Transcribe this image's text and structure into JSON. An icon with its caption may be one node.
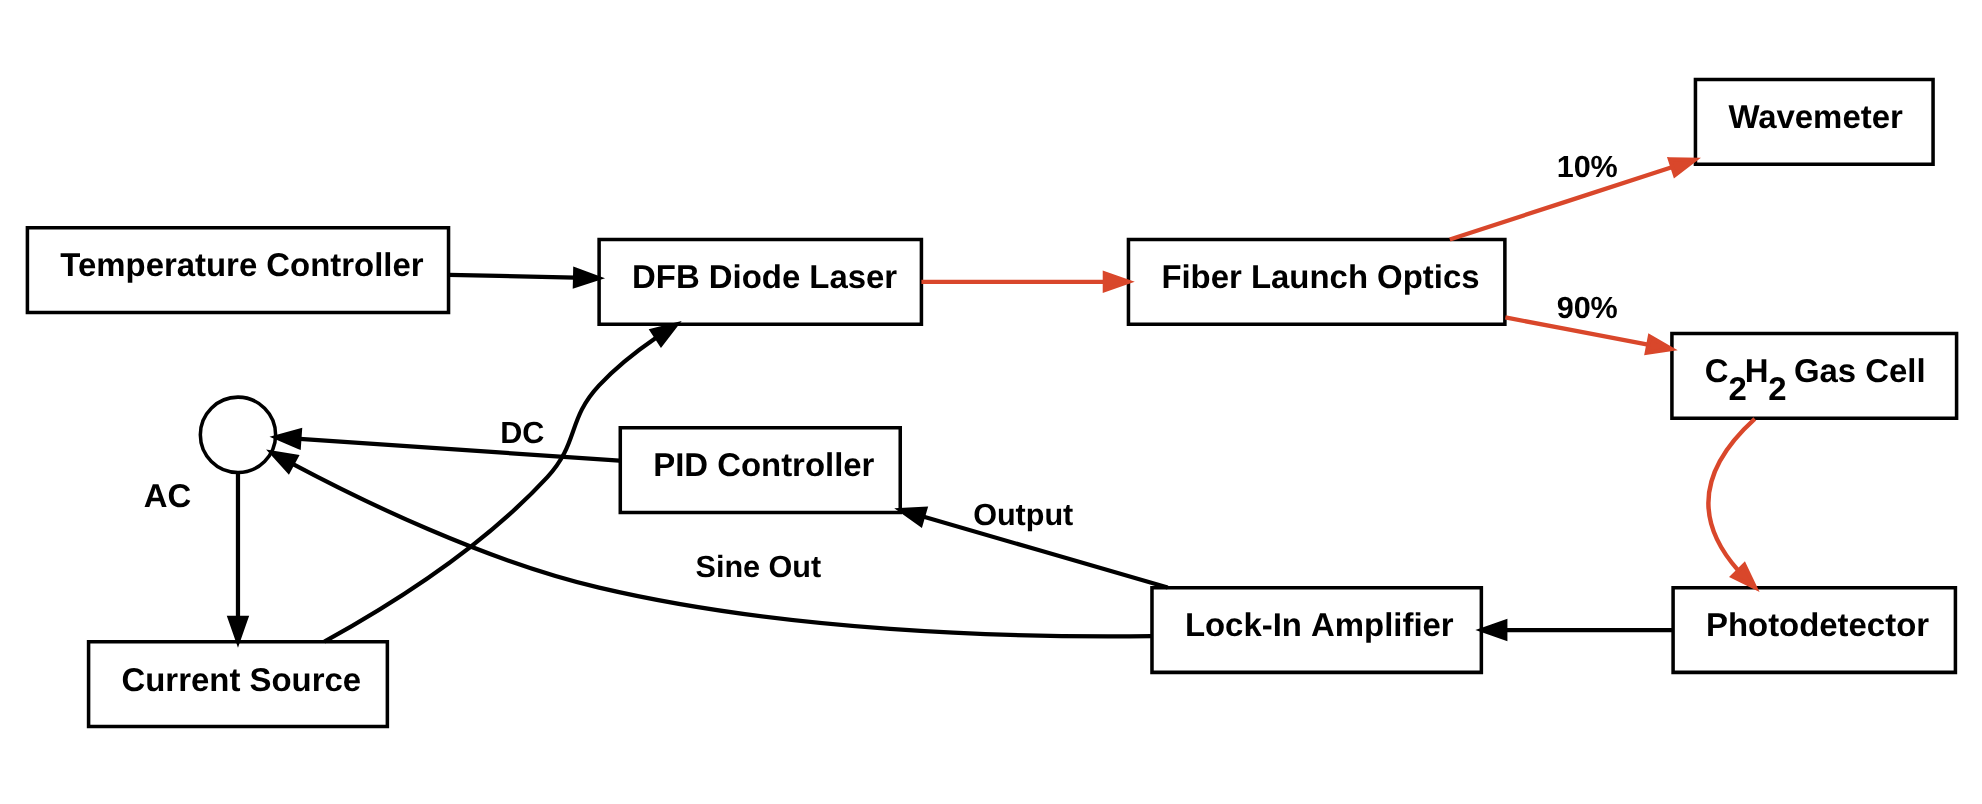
{
  "diagram": {
    "nodes": [
      {
        "text": [
          "Temperature Controller"
        ]
      },
      {
        "text": [
          "Current Source"
        ]
      },
      {
        "text": [
          "DFB Diode Laser"
        ]
      },
      {
        "text": [
          "Fiber Launch Optics"
        ]
      },
      {
        "text": [
          "Wavemeter"
        ]
      },
      {
        "text": [
          "C$_{2}$H$_{2}$ Gas Cell"
        ]
      },
      {
        "text": [
          "Photodetector"
        ]
      },
      {
        "text": [
          "Lock-In Amplifier"
        ]
      },
      {
        "text": [
          "PID Controller"
        ]
      },
      {
        "text": [],
        "shape": "circle",
        "beside": [
          "AC"
        ]
      }
    ],
    "edges": [
      {
        "from": 0,
        "to": 2,
        "arrow": "to"
      },
      {
        "from": 1,
        "to": 2,
        "arrow": "to"
      },
      {
        "from": 2,
        "to": 3,
        "arrow": "to",
        "color": "#d9472b"
      },
      {
        "from": 3,
        "to": 4,
        "arrow": "to",
        "label": "10%",
        "color": "#d9472b"
      },
      {
        "from": 3,
        "to": 5,
        "arrow": "to",
        "label": "90%",
        "color": "#d9472b"
      },
      {
        "from": 5,
        "to": 6,
        "arrow": "to",
        "color": "#d9472b"
      },
      {
        "from": 6,
        "to": 7,
        "arrow": "to"
      },
      {
        "from": 7,
        "to": 8,
        "arrow": "to",
        "label": "Output"
      },
      {
        "from": 8,
        "to": 9,
        "arrow": "to",
        "label": "DC"
      },
      {
        "from": 7,
        "to": 9,
        "arrow": "to",
        "label": "Sine Out"
      },
      {
        "from": 9,
        "to": 1,
        "arrow": "to"
      }
    ]
  }
}
